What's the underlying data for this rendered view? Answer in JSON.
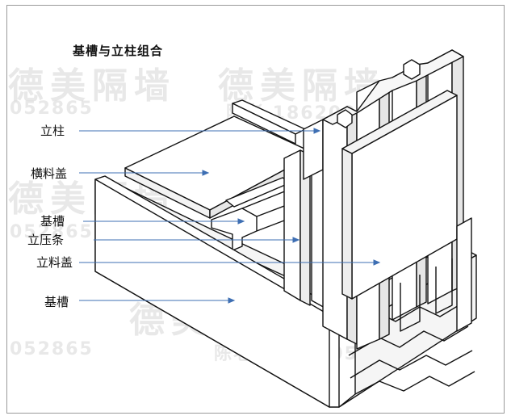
{
  "title": "基槽与立柱组合",
  "watermarks": {
    "brand": "德美隔墙",
    "phone_a": "052865",
    "phone_b": "陈老 1862005"
  },
  "labels": [
    {
      "id": "l1",
      "text": "立柱"
    },
    {
      "id": "l2",
      "text": "横料盖"
    },
    {
      "id": "l3",
      "text": "基槽"
    },
    {
      "id": "l4",
      "text": "立压条"
    },
    {
      "id": "l5",
      "text": "立料盖"
    },
    {
      "id": "l6",
      "text": "基槽"
    }
  ],
  "colors": {
    "line": "#111111",
    "leader": "#3e6fb3",
    "panel": "#ffffff",
    "shade": "#f0f0f0"
  }
}
